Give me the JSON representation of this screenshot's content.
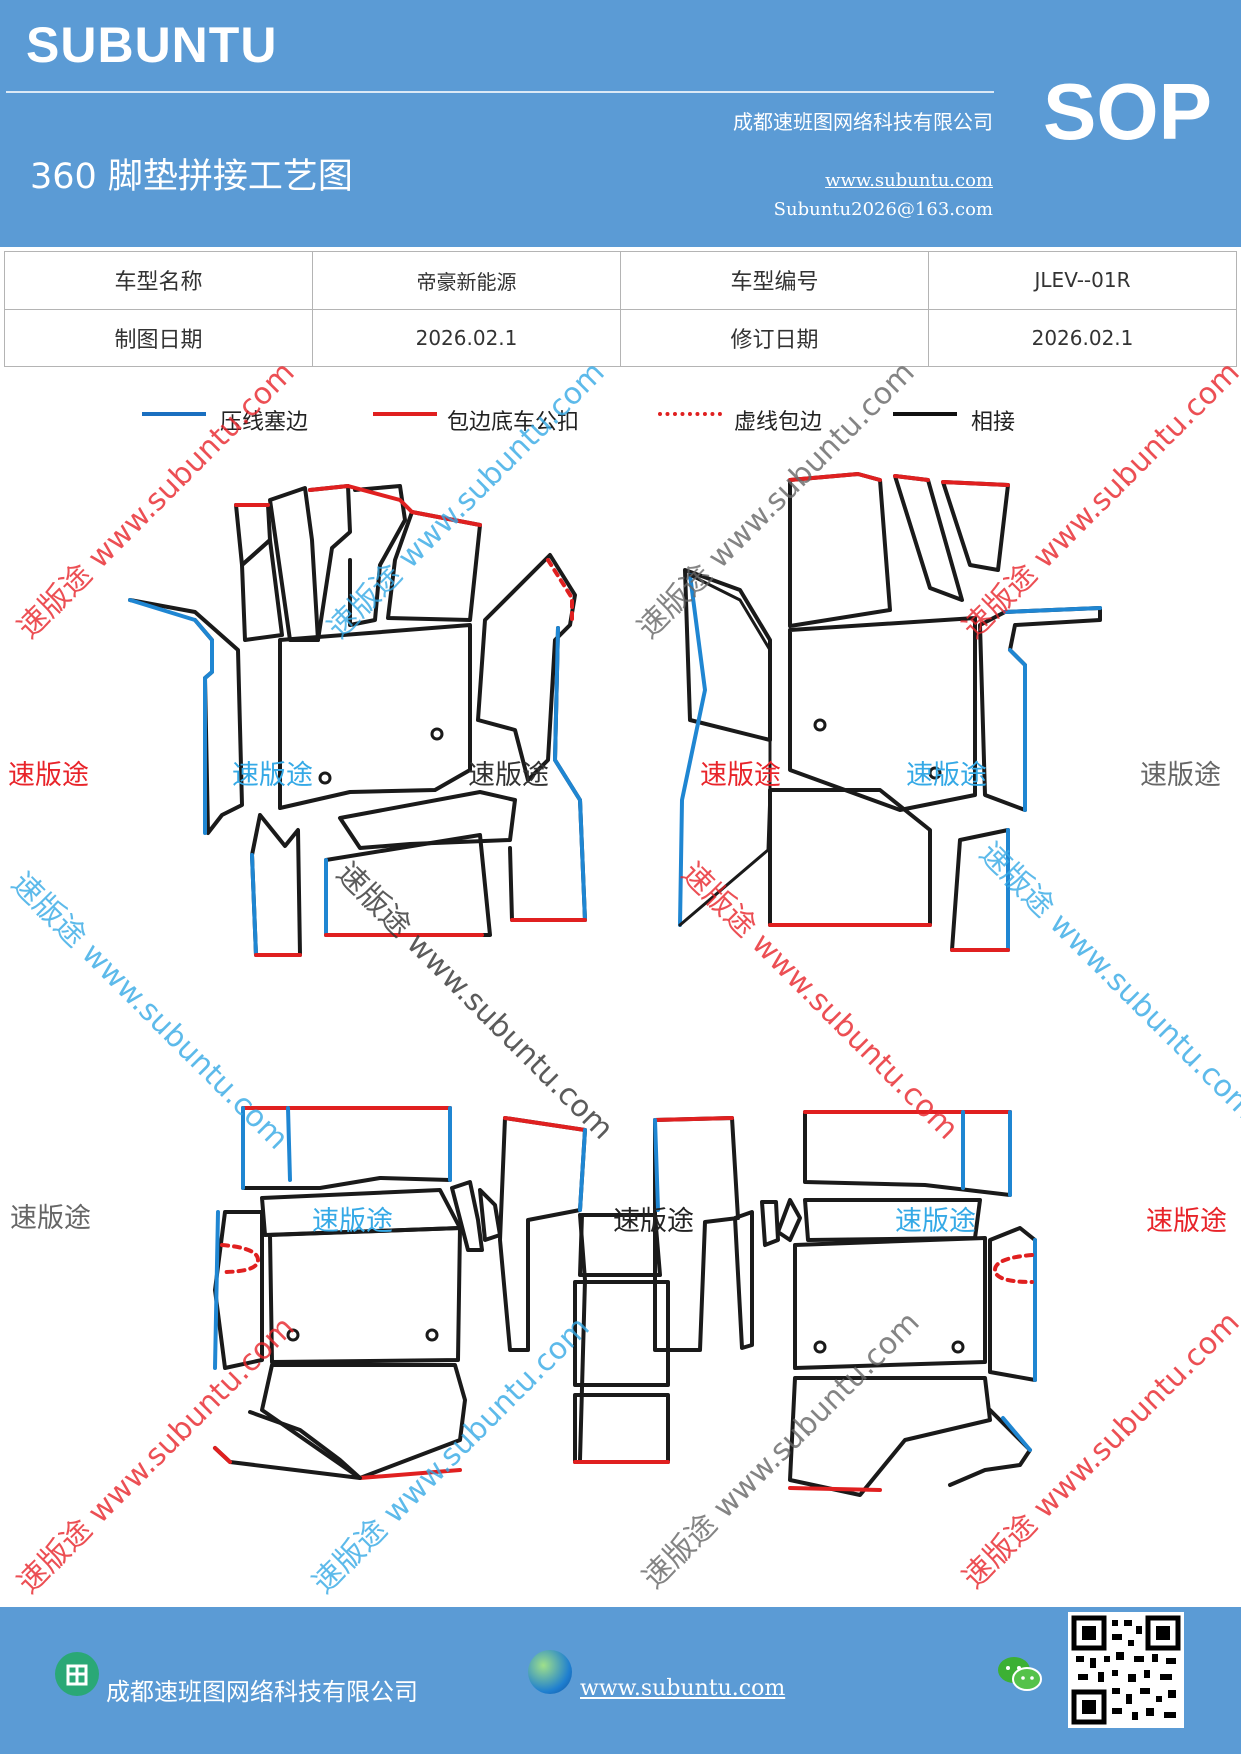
{
  "header": {
    "brand": "SUBUNTU",
    "company": "成都速班图网络科技有限公司",
    "title": "360 脚垫拼接工艺图",
    "website": "www.subuntu.com",
    "email": "Subuntu2026@163.com",
    "badge": "SOP",
    "background_color": "#5b9bd5"
  },
  "info_table": {
    "rows": [
      [
        "车型名称",
        "帝豪新能源",
        "车型编号",
        "JLEV--01R"
      ],
      [
        "制图日期",
        "2026.02.1",
        "修订日期",
        "2026.02.1"
      ]
    ]
  },
  "legend": [
    {
      "label": "压线塞边",
      "color": "#1a6fc0",
      "style": "solid"
    },
    {
      "label": "包边底车公扣",
      "color": "#e02020",
      "style": "solid"
    },
    {
      "label": "虚线包边",
      "color": "#e02020",
      "style": "dashed"
    },
    {
      "label": "相接",
      "color": "#111111",
      "style": "solid"
    }
  ],
  "watermarks": {
    "short": "速版途",
    "long": "速版途 www.subuntu.com",
    "url": "www.subuntu.com",
    "colors": {
      "red": "#e8242a",
      "blue": "#35a9e6",
      "gray": "#666666"
    }
  },
  "footer": {
    "company": "成都速班图网络科技有限公司",
    "website": "www.subuntu.com",
    "icons": [
      "building-icon",
      "globe-icon",
      "wechat-icon",
      "qr-code"
    ]
  }
}
